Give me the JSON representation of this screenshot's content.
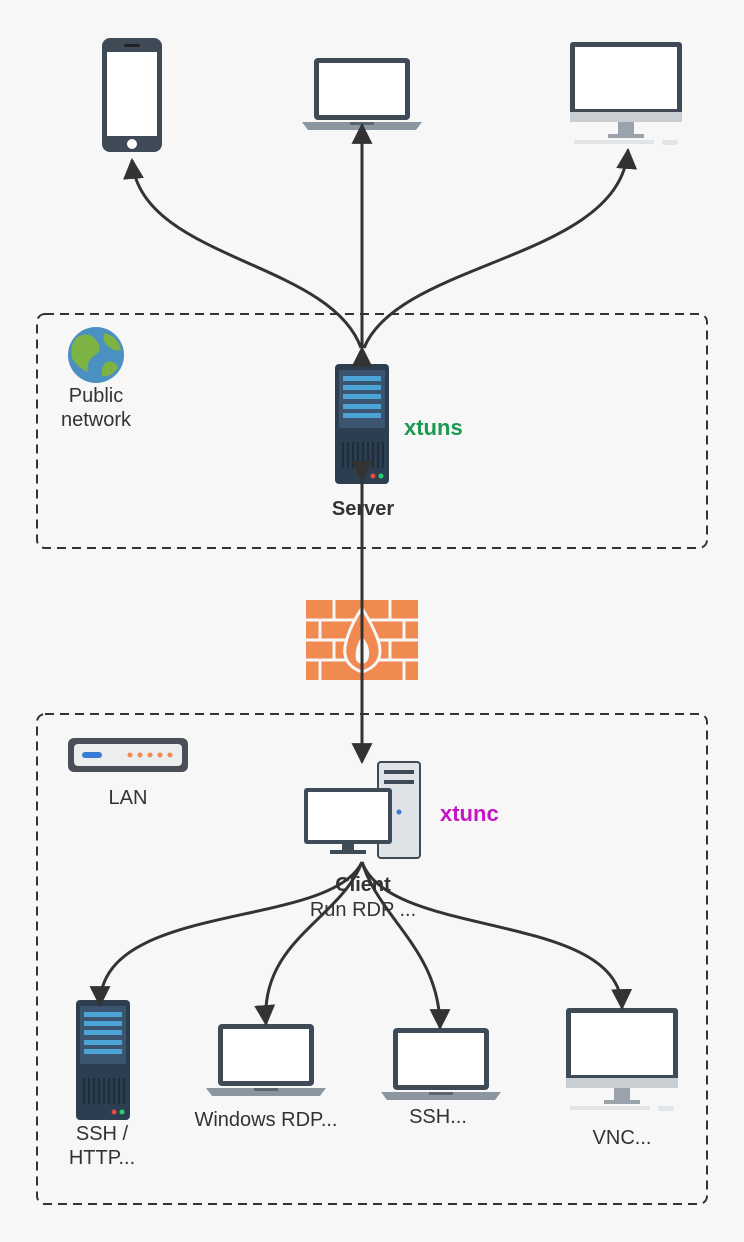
{
  "zones": {
    "public": {
      "label_line1": "Public",
      "label_line2": "network"
    },
    "lan": {
      "label": "LAN"
    }
  },
  "server": {
    "label": "Server",
    "software": "xtuns",
    "software_color": "#1a9a50"
  },
  "client": {
    "label": "Client",
    "sublabel": "Run RDP ...",
    "software": "xtunc",
    "software_color": "#c414c4"
  },
  "firewall": {
    "color": "#f08a50"
  },
  "lan_devices": {
    "ssh_http": {
      "line1": "SSH /",
      "line2": "HTTP..."
    },
    "windows_rdp": {
      "label": "Windows RDP..."
    },
    "ssh": {
      "label": "SSH..."
    },
    "vnc": {
      "label": "VNC..."
    }
  }
}
